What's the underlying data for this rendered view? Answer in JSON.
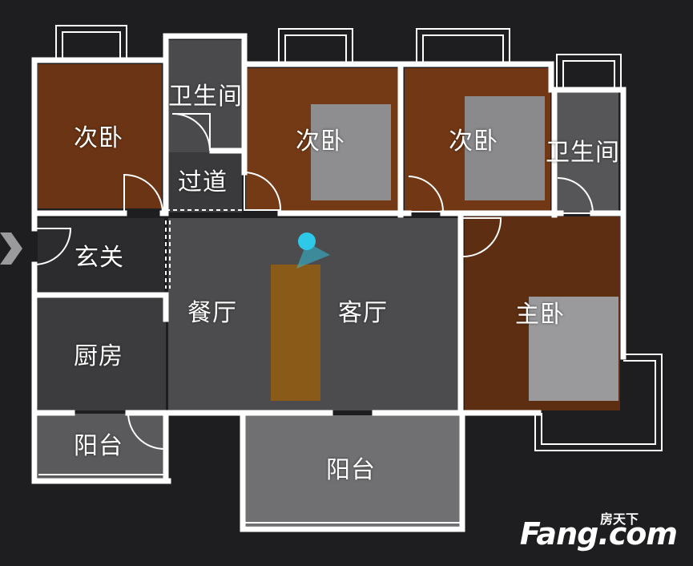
{
  "rooms": {
    "bedroom_west": "次卧",
    "bathroom_1": "卫生间",
    "bedroom_middle": "次卧",
    "bedroom_east": "次卧",
    "bathroom_2": "卫生间",
    "corridor": "过道",
    "foyer": "玄关",
    "dining": "餐厅",
    "living": "客厅",
    "master_bedroom": "主卧",
    "kitchen": "厨房",
    "balcony_small": "阳台",
    "balcony_large": "阳台"
  },
  "logo": {
    "top_text": "房天下",
    "main_text": "Fang.com"
  },
  "colors": {
    "background": "#1e1e20",
    "wall": "#ffffff",
    "wood_floor": "#6b3414",
    "tile_floor": "#4a4a4c",
    "marker": "#2ec8e8"
  }
}
